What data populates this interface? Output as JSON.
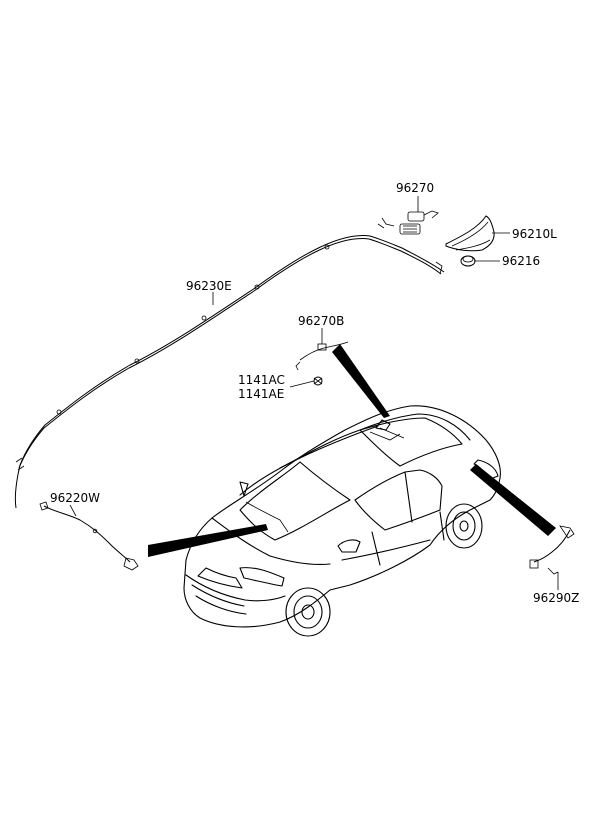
{
  "parts": {
    "p96270": "96270",
    "p96210L": "96210L",
    "p96216": "96216",
    "p96230E": "96230E",
    "p96270B": "96270B",
    "p1141AC": "1141AC",
    "p1141AE": "1141AE",
    "p96220W": "96220W",
    "p96290Z": "96290Z"
  }
}
